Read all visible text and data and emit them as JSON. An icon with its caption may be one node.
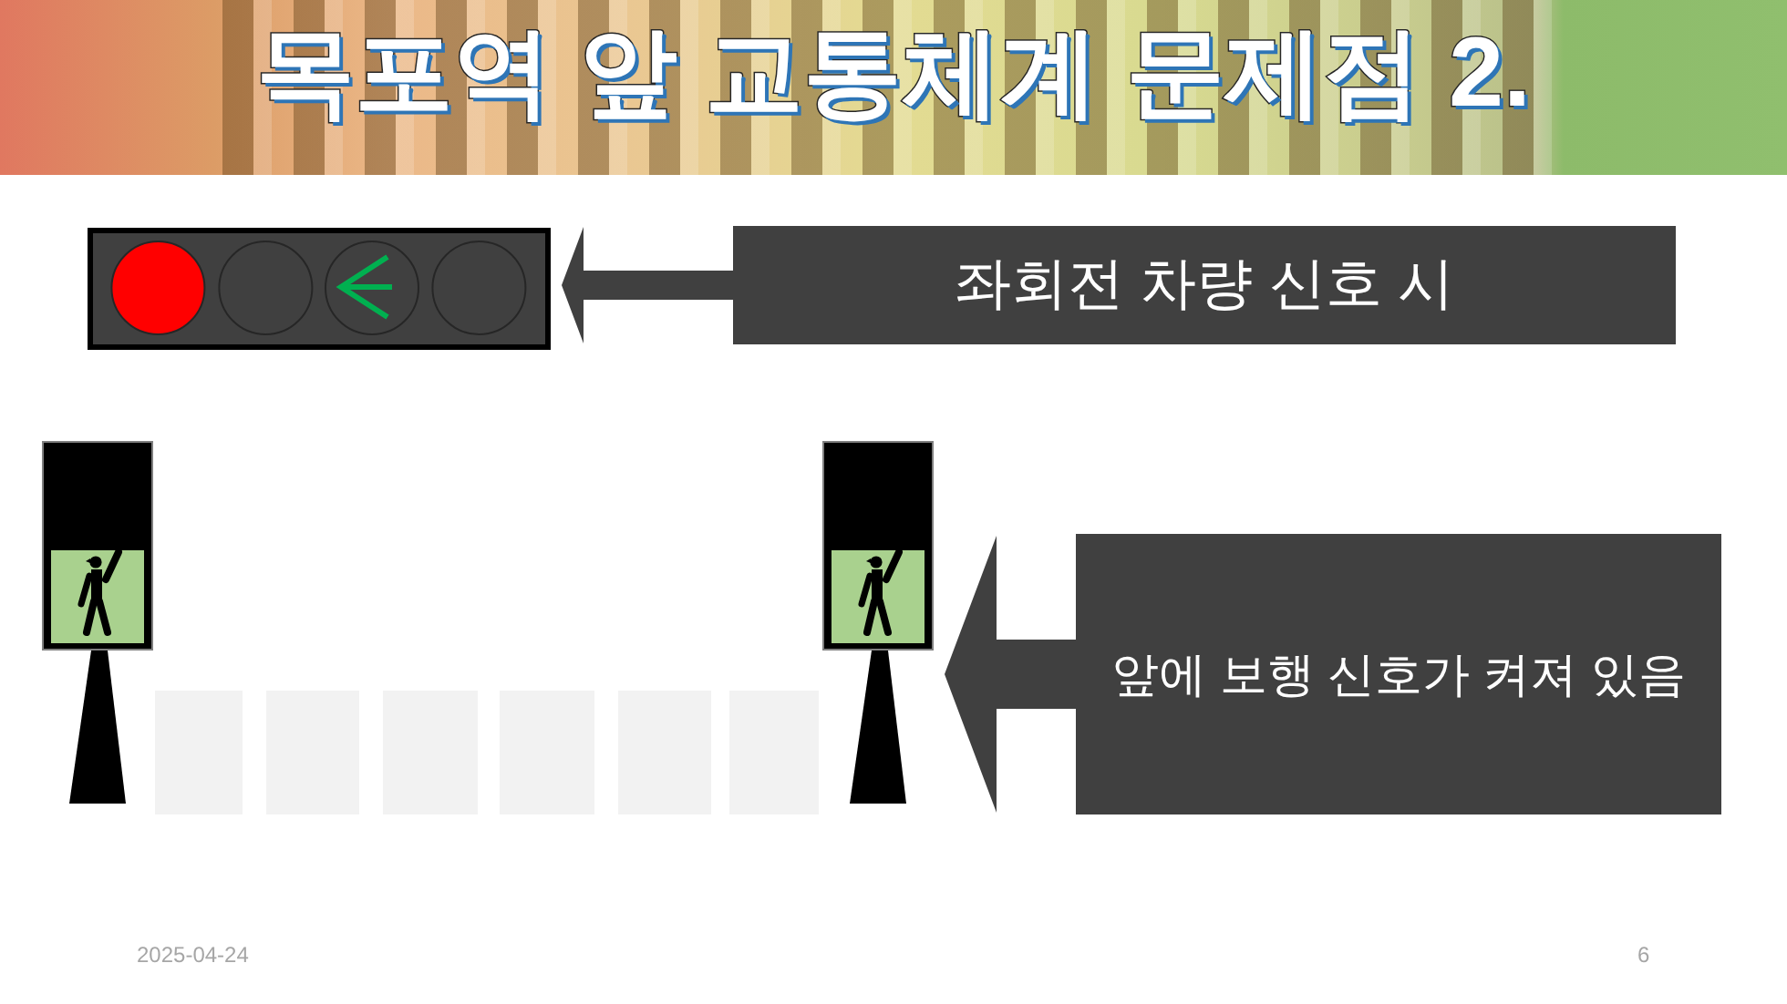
{
  "diagram": {
    "title": "목포역 앞 교통체계 문제점 2.",
    "nodes": [
      {
        "text": [],
        "shape": "picture"
      },
      {
        "text": [
          "좌회전 차량 신호 시"
        ]
      },
      {
        "text": [],
        "shape": "picture"
      },
      {
        "text": [],
        "shape": "picture"
      },
      {
        "text": [
          "앞에 보행 신호가 켜져 있음"
        ]
      }
    ],
    "edges": [
      {
        "from": 1,
        "to": 0,
        "arrow": "to"
      },
      {
        "from": 4,
        "to": 3,
        "arrow": "to",
        "style": "thick"
      }
    ],
    "labels": [
      "2025-04-24",
      "6"
    ]
  }
}
